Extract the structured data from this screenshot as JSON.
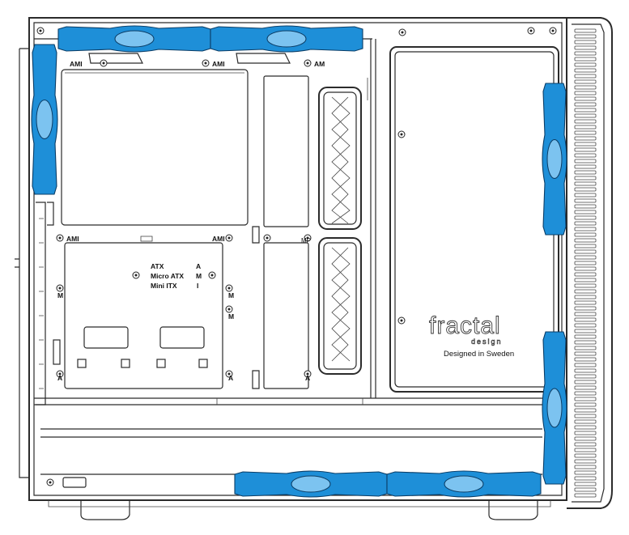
{
  "labels": {
    "ami": "AMI",
    "am": "AM",
    "a": "A",
    "m": "M",
    "mp": "MP",
    "atx": "ATX",
    "micro_atx": "Micro ATX",
    "mini_itx": "Mini ITX",
    "atx_code": "A",
    "micro_atx_code": "M",
    "mini_itx_code": "I"
  },
  "brand": {
    "logo_text": "fractal",
    "logo_sub": "design",
    "tagline": "Designed in Sweden"
  },
  "colors": {
    "fan": "#1e8fd8",
    "fan_outline": "#0b3d66",
    "line": "#2b2b2b"
  },
  "icons": [
    "screw-icon",
    "fan-icon"
  ]
}
